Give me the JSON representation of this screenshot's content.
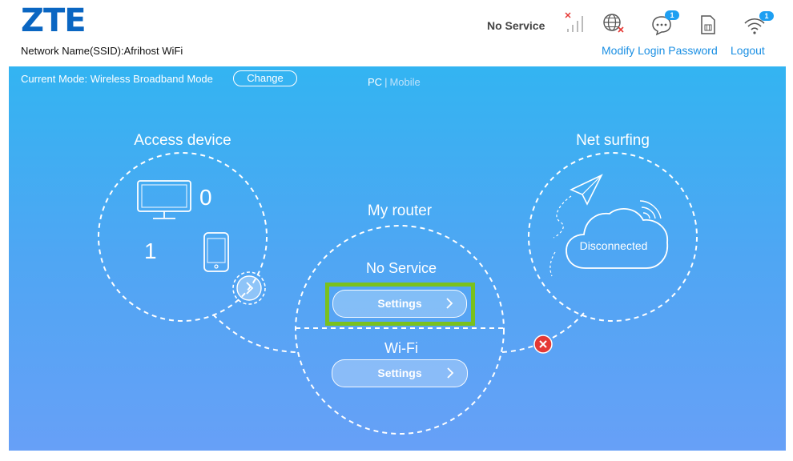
{
  "header": {
    "logo": "ZTE",
    "ssid_text": "Network Name(SSID):Afrihost WiFi",
    "network_status": "No Service",
    "sms_count": "1",
    "wifi_count": "1",
    "modify_password_link": "Modify Login Password",
    "logout_link": "Logout"
  },
  "toolbar": {
    "current_mode": "Current Mode: Wireless Broadband Mode",
    "change_label": "Change",
    "view_pc": "PC",
    "view_separator": "|",
    "view_mobile": "Mobile"
  },
  "access_device": {
    "title": "Access device",
    "pc_count": "0",
    "mobile_count": "1"
  },
  "router": {
    "title": "My router",
    "network_status": "No Service",
    "network_settings_label": "Settings",
    "wifi_title": "Wi-Fi",
    "wifi_settings_label": "Settings"
  },
  "net_surfing": {
    "title": "Net surfing",
    "status": "Disconnected"
  },
  "colors": {
    "brand": "#0a66c2",
    "link": "#1a8fe3",
    "background_top": "#33b4f2",
    "background_bottom": "#67a0f7",
    "highlight": "#7ac11d",
    "error": "#e53935"
  }
}
